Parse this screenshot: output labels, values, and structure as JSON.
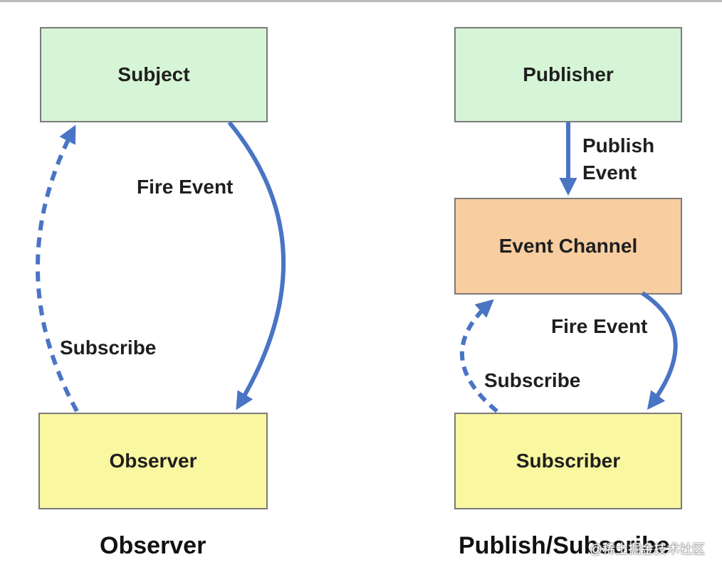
{
  "observer_diagram": {
    "subject": "Subject",
    "observer": "Observer",
    "fire_event": "Fire Event",
    "subscribe": "Subscribe",
    "caption": "Observer"
  },
  "pubsub_diagram": {
    "publisher": "Publisher",
    "publish_event_line1": "Publish",
    "publish_event_line2": "Event",
    "event_channel": "Event Channel",
    "fire_event": "Fire Event",
    "subscribe": "Subscribe",
    "subscriber": "Subscriber",
    "caption": "Publish/Subscribe"
  },
  "watermark": "@稀土掘金技术社区",
  "colors": {
    "arrow": "#4a74c4",
    "green_box": "#d6f5d6",
    "orange_box": "#f8cda0",
    "yellow_box": "#f9f7a0"
  }
}
